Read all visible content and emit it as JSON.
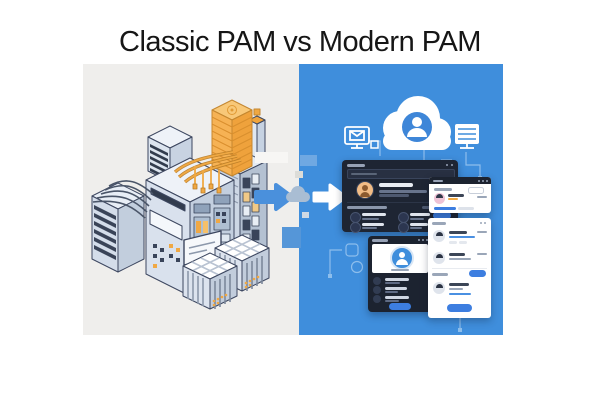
{
  "title": "Classic PAM vs Modern PAM",
  "panels": {
    "left": {
      "semantic": "classic-pam-legacy-infrastructure",
      "background": "#efeeec"
    },
    "right": {
      "semantic": "modern-pam-cloud-platform",
      "background": "#3f8edc"
    }
  },
  "icons": {
    "classic_illustration": "isometric-server-racks-cables-crates",
    "orange_tower": "stacked-legacy-mainframe-tower",
    "transition_arrow_left": "blue-right-arrow",
    "transition_cloud": "gray-cloud-icon",
    "transition_arrow_right": "white-right-arrow",
    "cloud_user": "cloud-with-user-avatar",
    "monitor_mail": "outlined-monitor-with-envelope",
    "server_stack": "white-server-stack",
    "dashboard_avatar": "round-user-avatar",
    "mobile_avatar": "round-user-avatar-blue",
    "list_avatars": "round-user-avatars"
  },
  "colors": {
    "page_background": "#ffffff",
    "title_text": "#161616",
    "left_panel": "#efeeec",
    "right_panel": "#3f8edc",
    "accent_orange": "#f0a843",
    "arrow_blue": "#4a90dc",
    "ui_dark": "#1e2533",
    "ui_button_blue": "#3d7ee0",
    "line_color": "#3d4760"
  }
}
